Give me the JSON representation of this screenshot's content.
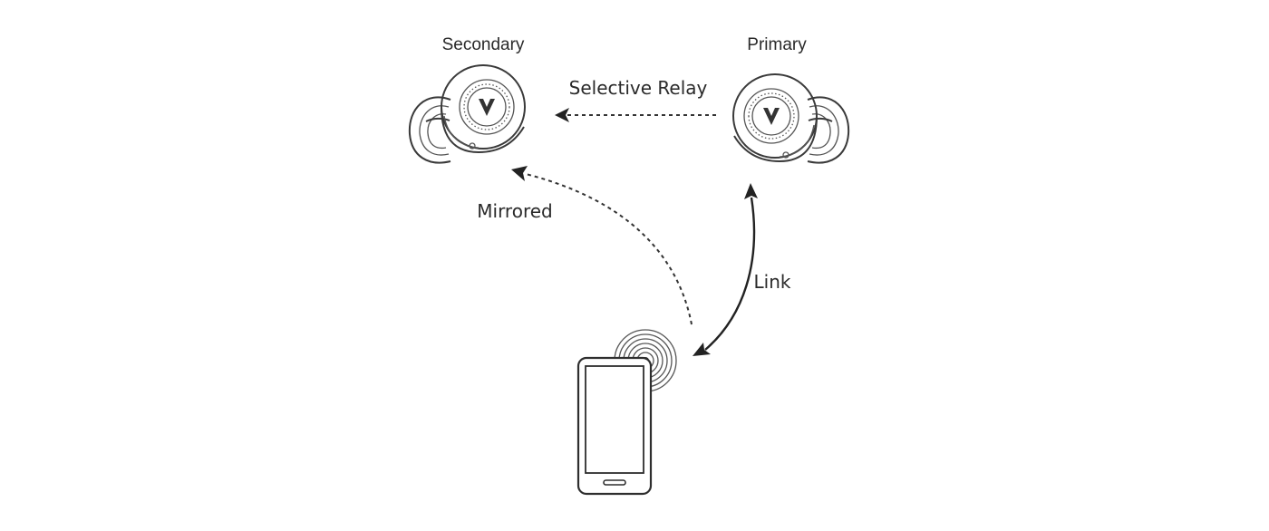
{
  "nodes": {
    "secondary": {
      "label": "Secondary",
      "icon": "earbud-icon"
    },
    "primary": {
      "label": "Primary",
      "icon": "earbud-icon"
    },
    "phone": {
      "icon": "smartphone-icon",
      "signal_icon": "wireless-signal-icon"
    }
  },
  "edges": {
    "selective_relay": {
      "label": "Selective Relay",
      "from": "Primary",
      "to": "Secondary",
      "style": "dashed"
    },
    "mirrored": {
      "label": "Mirrored",
      "from": "phone",
      "to": "Secondary",
      "style": "dashed"
    },
    "link": {
      "label": "Link",
      "between": [
        "phone",
        "Primary"
      ],
      "style": "solid",
      "bidirectional": true
    }
  },
  "colors": {
    "line": "#333333",
    "background": "#ffffff"
  }
}
